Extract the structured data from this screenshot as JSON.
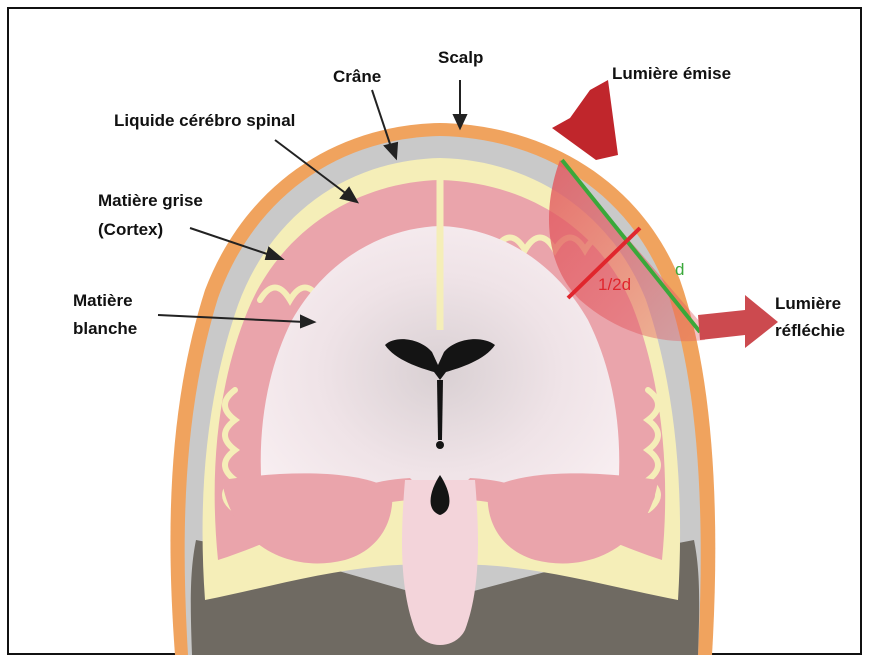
{
  "labels": {
    "scalp": "Scalp",
    "crane": "Crâne",
    "liquide": "Liquide cérébro spinal",
    "matiere_grise_l1": "Matière grise",
    "matiere_grise_l2": "(Cortex)",
    "matiere_blanche_l1": "Matière",
    "matiere_blanche_l2": "blanche",
    "lumiere_emise": "Lumière émise",
    "lumiere_reflechie_l1": "Lumière",
    "lumiere_reflechie_l2": "réfléchie",
    "half_distance": "1/2d",
    "distance": "d"
  },
  "colors": {
    "scalp": "#f0a35e",
    "skull": "#c9c9c9",
    "csf": "#f5eeb8",
    "grey_matter": "#eaa4ab",
    "white_matter": "#f6e6ea",
    "ventricle": "#141414",
    "arrow_red": "#c0262c",
    "light_path": "#e2595f",
    "distance_line": "#3aa83a",
    "half_line": "#e0262d"
  }
}
